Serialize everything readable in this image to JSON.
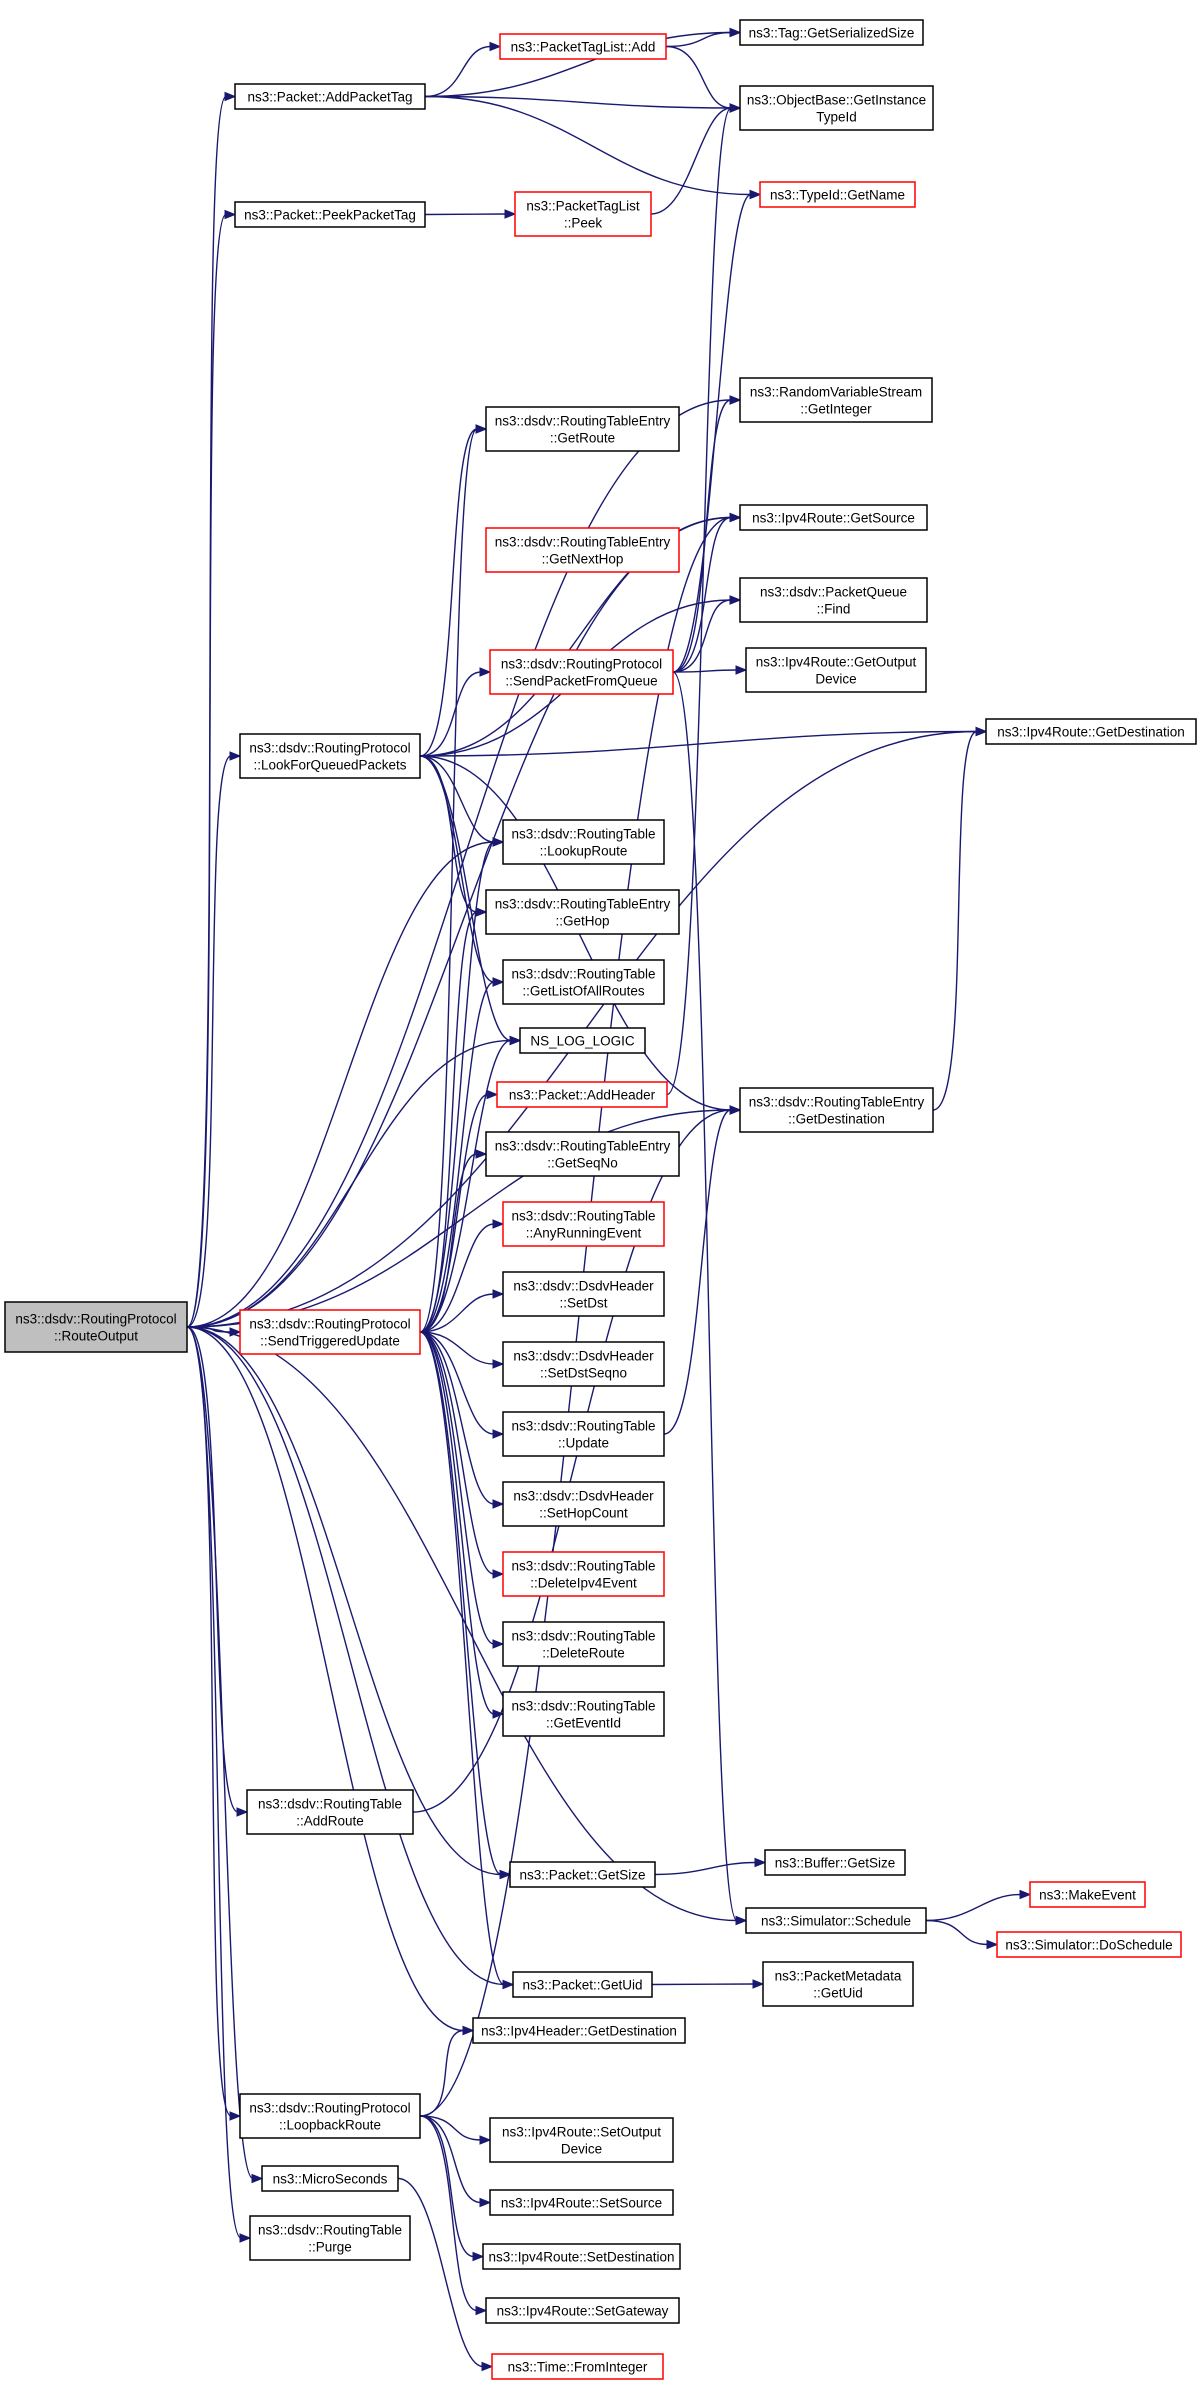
{
  "diagram": {
    "type": "call-graph",
    "colors": {
      "edge": "#191970",
      "node_border": "#000000",
      "node_border_external": "#ff0000",
      "root_fill": "#bfbfbf",
      "node_fill": "#ffffff"
    },
    "nodes": [
      {
        "id": "root",
        "lines": [
          "ns3::dsdv::RoutingProtocol",
          "::RouteOutput"
        ],
        "style": "root"
      },
      {
        "id": "addPacketTag",
        "lines": [
          "ns3::Packet::AddPacketTag"
        ],
        "style": "black"
      },
      {
        "id": "tagListAdd",
        "lines": [
          "ns3::PacketTagList::Add"
        ],
        "style": "red"
      },
      {
        "id": "tagSerSize",
        "lines": [
          "ns3::Tag::GetSerializedSize"
        ],
        "style": "black"
      },
      {
        "id": "objBaseTid",
        "lines": [
          "ns3::ObjectBase::GetInstance",
          "TypeId"
        ],
        "style": "black"
      },
      {
        "id": "typeIdName",
        "lines": [
          "ns3::TypeId::GetName"
        ],
        "style": "red"
      },
      {
        "id": "peekPacketTag",
        "lines": [
          "ns3::Packet::PeekPacketTag"
        ],
        "style": "black"
      },
      {
        "id": "tagListPeek",
        "lines": [
          "ns3::PacketTagList",
          "::Peek"
        ],
        "style": "red"
      },
      {
        "id": "rvsGetInteger",
        "lines": [
          "ns3::RandomVariableStream",
          "::GetInteger"
        ],
        "style": "black"
      },
      {
        "id": "rteGetRoute",
        "lines": [
          "ns3::dsdv::RoutingTableEntry",
          "::GetRoute"
        ],
        "style": "black"
      },
      {
        "id": "ipv4RouteGetSource",
        "lines": [
          "ns3::Ipv4Route::GetSource"
        ],
        "style": "black"
      },
      {
        "id": "rteGetNextHop",
        "lines": [
          "ns3::dsdv::RoutingTableEntry",
          "::GetNextHop"
        ],
        "style": "red"
      },
      {
        "id": "pqFind",
        "lines": [
          "ns3::dsdv::PacketQueue",
          "::Find"
        ],
        "style": "black"
      },
      {
        "id": "sendPacketFromQueue",
        "lines": [
          "ns3::dsdv::RoutingProtocol",
          "::SendPacketFromQueue"
        ],
        "style": "red"
      },
      {
        "id": "ipv4RouteGetOutputDevice",
        "lines": [
          "ns3::Ipv4Route::GetOutput",
          "Device"
        ],
        "style": "black"
      },
      {
        "id": "ipv4RouteGetDestination",
        "lines": [
          "ns3::Ipv4Route::GetDestination"
        ],
        "style": "black"
      },
      {
        "id": "lookForQueued",
        "lines": [
          "ns3::dsdv::RoutingProtocol",
          "::LookForQueuedPackets"
        ],
        "style": "black"
      },
      {
        "id": "rtLookupRoute",
        "lines": [
          "ns3::dsdv::RoutingTable",
          "::LookupRoute"
        ],
        "style": "black"
      },
      {
        "id": "rteGetHop",
        "lines": [
          "ns3::dsdv::RoutingTableEntry",
          "::GetHop"
        ],
        "style": "black"
      },
      {
        "id": "rtGetListOfAllRoutes",
        "lines": [
          "ns3::dsdv::RoutingTable",
          "::GetListOfAllRoutes"
        ],
        "style": "black"
      },
      {
        "id": "nsLogLogic",
        "lines": [
          "NS_LOG_LOGIC"
        ],
        "style": "black"
      },
      {
        "id": "packetAddHeader",
        "lines": [
          "ns3::Packet::AddHeader"
        ],
        "style": "red"
      },
      {
        "id": "rteGetDestination",
        "lines": [
          "ns3::dsdv::RoutingTableEntry",
          "::GetDestination"
        ],
        "style": "black"
      },
      {
        "id": "rteGetSeqNo",
        "lines": [
          "ns3::dsdv::RoutingTableEntry",
          "::GetSeqNo"
        ],
        "style": "black"
      },
      {
        "id": "rtAnyRunningEvent",
        "lines": [
          "ns3::dsdv::RoutingTable",
          "::AnyRunningEvent"
        ],
        "style": "red"
      },
      {
        "id": "dhSetDst",
        "lines": [
          "ns3::dsdv::DsdvHeader",
          "::SetDst"
        ],
        "style": "black"
      },
      {
        "id": "sendTriggeredUpdate",
        "lines": [
          "ns3::dsdv::RoutingProtocol",
          "::SendTriggeredUpdate"
        ],
        "style": "red"
      },
      {
        "id": "dhSetDstSeqno",
        "lines": [
          "ns3::dsdv::DsdvHeader",
          "::SetDstSeqno"
        ],
        "style": "black"
      },
      {
        "id": "rtUpdate",
        "lines": [
          "ns3::dsdv::RoutingTable",
          "::Update"
        ],
        "style": "black"
      },
      {
        "id": "dhSetHopCount",
        "lines": [
          "ns3::dsdv::DsdvHeader",
          "::SetHopCount"
        ],
        "style": "black"
      },
      {
        "id": "rtDeleteIpv4Event",
        "lines": [
          "ns3::dsdv::RoutingTable",
          "::DeleteIpv4Event"
        ],
        "style": "red"
      },
      {
        "id": "rtDeleteRoute",
        "lines": [
          "ns3::dsdv::RoutingTable",
          "::DeleteRoute"
        ],
        "style": "black"
      },
      {
        "id": "rtGetEventId",
        "lines": [
          "ns3::dsdv::RoutingTable",
          "::GetEventId"
        ],
        "style": "black"
      },
      {
        "id": "rtAddRoute",
        "lines": [
          "ns3::dsdv::RoutingTable",
          "::AddRoute"
        ],
        "style": "black"
      },
      {
        "id": "packetGetSize",
        "lines": [
          "ns3::Packet::GetSize"
        ],
        "style": "black"
      },
      {
        "id": "bufferGetSize",
        "lines": [
          "ns3::Buffer::GetSize"
        ],
        "style": "black"
      },
      {
        "id": "simSchedule",
        "lines": [
          "ns3::Simulator::Schedule"
        ],
        "style": "black"
      },
      {
        "id": "makeEvent",
        "lines": [
          "ns3::MakeEvent"
        ],
        "style": "red"
      },
      {
        "id": "simDoSchedule",
        "lines": [
          "ns3::Simulator::DoSchedule"
        ],
        "style": "red"
      },
      {
        "id": "packetGetUid",
        "lines": [
          "ns3::Packet::GetUid"
        ],
        "style": "black"
      },
      {
        "id": "pmGetUid",
        "lines": [
          "ns3::PacketMetadata",
          "::GetUid"
        ],
        "style": "black"
      },
      {
        "id": "ipv4HeaderGetDestination",
        "lines": [
          "ns3::Ipv4Header::GetDestination"
        ],
        "style": "black"
      },
      {
        "id": "loopbackRoute",
        "lines": [
          "ns3::dsdv::RoutingProtocol",
          "::LoopbackRoute"
        ],
        "style": "black"
      },
      {
        "id": "ipv4RouteSetOutputDevice",
        "lines": [
          "ns3::Ipv4Route::SetOutput",
          "Device"
        ],
        "style": "black"
      },
      {
        "id": "microSeconds",
        "lines": [
          "ns3::MicroSeconds"
        ],
        "style": "black"
      },
      {
        "id": "ipv4RouteSetSource",
        "lines": [
          "ns3::Ipv4Route::SetSource"
        ],
        "style": "black"
      },
      {
        "id": "rtPurge",
        "lines": [
          "ns3::dsdv::RoutingTable",
          "::Purge"
        ],
        "style": "black"
      },
      {
        "id": "ipv4RouteSetDestination",
        "lines": [
          "ns3::Ipv4Route::SetDestination"
        ],
        "style": "black"
      },
      {
        "id": "ipv4RouteSetGateway",
        "lines": [
          "ns3::Ipv4Route::SetGateway"
        ],
        "style": "black"
      },
      {
        "id": "timeFromInteger",
        "lines": [
          "ns3::Time::FromInteger"
        ],
        "style": "red"
      }
    ],
    "edges": [
      [
        "root",
        "addPacketTag"
      ],
      [
        "root",
        "peekPacketTag"
      ],
      [
        "root",
        "ipv4RouteGetDestination"
      ],
      [
        "root",
        "rvsGetInteger"
      ],
      [
        "root",
        "ipv4RouteGetSource"
      ],
      [
        "root",
        "lookForQueued"
      ],
      [
        "root",
        "rtLookupRoute"
      ],
      [
        "root",
        "nsLogLogic"
      ],
      [
        "root",
        "sendTriggeredUpdate"
      ],
      [
        "root",
        "rteGetDestination"
      ],
      [
        "root",
        "rtAddRoute"
      ],
      [
        "root",
        "packetGetSize"
      ],
      [
        "root",
        "simSchedule"
      ],
      [
        "root",
        "packetGetUid"
      ],
      [
        "root",
        "ipv4HeaderGetDestination"
      ],
      [
        "root",
        "loopbackRoute"
      ],
      [
        "root",
        "microSeconds"
      ],
      [
        "root",
        "rtPurge"
      ],
      [
        "addPacketTag",
        "tagListAdd"
      ],
      [
        "addPacketTag",
        "tagSerSize"
      ],
      [
        "addPacketTag",
        "objBaseTid"
      ],
      [
        "addPacketTag",
        "typeIdName"
      ],
      [
        "tagListAdd",
        "tagSerSize"
      ],
      [
        "tagListAdd",
        "objBaseTid"
      ],
      [
        "peekPacketTag",
        "tagListPeek"
      ],
      [
        "tagListPeek",
        "objBaseTid"
      ],
      [
        "lookForQueued",
        "rteGetRoute"
      ],
      [
        "lookForQueued",
        "ipv4RouteGetSource"
      ],
      [
        "lookForQueued",
        "pqFind"
      ],
      [
        "lookForQueued",
        "sendPacketFromQueue"
      ],
      [
        "lookForQueued",
        "ipv4RouteGetDestination"
      ],
      [
        "lookForQueued",
        "rtLookupRoute"
      ],
      [
        "lookForQueued",
        "rteGetHop"
      ],
      [
        "lookForQueued",
        "rtGetListOfAllRoutes"
      ],
      [
        "lookForQueued",
        "nsLogLogic"
      ],
      [
        "lookForQueued",
        "rteGetDestination"
      ],
      [
        "sendPacketFromQueue",
        "rvsGetInteger"
      ],
      [
        "sendPacketFromQueue",
        "ipv4RouteGetSource"
      ],
      [
        "sendPacketFromQueue",
        "pqFind"
      ],
      [
        "sendPacketFromQueue",
        "ipv4RouteGetOutputDevice"
      ],
      [
        "sendPacketFromQueue",
        "typeIdName"
      ],
      [
        "sendPacketFromQueue",
        "simSchedule"
      ],
      [
        "sendTriggeredUpdate",
        "rteGetRoute"
      ],
      [
        "sendTriggeredUpdate",
        "rtLookupRoute"
      ],
      [
        "sendTriggeredUpdate",
        "rteGetHop"
      ],
      [
        "sendTriggeredUpdate",
        "rtGetListOfAllRoutes"
      ],
      [
        "sendTriggeredUpdate",
        "nsLogLogic"
      ],
      [
        "sendTriggeredUpdate",
        "packetAddHeader"
      ],
      [
        "sendTriggeredUpdate",
        "rteGetSeqNo"
      ],
      [
        "sendTriggeredUpdate",
        "rtAnyRunningEvent"
      ],
      [
        "sendTriggeredUpdate",
        "dhSetDst"
      ],
      [
        "sendTriggeredUpdate",
        "dhSetDstSeqno"
      ],
      [
        "sendTriggeredUpdate",
        "rtUpdate"
      ],
      [
        "sendTriggeredUpdate",
        "dhSetHopCount"
      ],
      [
        "sendTriggeredUpdate",
        "rtDeleteIpv4Event"
      ],
      [
        "sendTriggeredUpdate",
        "rtDeleteRoute"
      ],
      [
        "sendTriggeredUpdate",
        "rtGetEventId"
      ],
      [
        "sendTriggeredUpdate",
        "packetGetSize"
      ],
      [
        "sendTriggeredUpdate",
        "packetGetUid"
      ],
      [
        "packetAddHeader",
        "objBaseTid"
      ],
      [
        "rtUpdate",
        "rteGetDestination"
      ],
      [
        "rteGetDestination",
        "ipv4RouteGetDestination"
      ],
      [
        "rtAddRoute",
        "rteGetDestination"
      ],
      [
        "packetGetSize",
        "bufferGetSize"
      ],
      [
        "simSchedule",
        "makeEvent"
      ],
      [
        "simSchedule",
        "simDoSchedule"
      ],
      [
        "packetGetUid",
        "pmGetUid"
      ],
      [
        "loopbackRoute",
        "ipv4HeaderGetDestination"
      ],
      [
        "loopbackRoute",
        "ipv4RouteGetSource"
      ],
      [
        "loopbackRoute",
        "ipv4RouteSetOutputDevice"
      ],
      [
        "loopbackRoute",
        "ipv4RouteSetSource"
      ],
      [
        "loopbackRoute",
        "ipv4RouteSetDestination"
      ],
      [
        "loopbackRoute",
        "ipv4RouteSetGateway"
      ],
      [
        "microSeconds",
        "timeFromInteger"
      ]
    ]
  }
}
